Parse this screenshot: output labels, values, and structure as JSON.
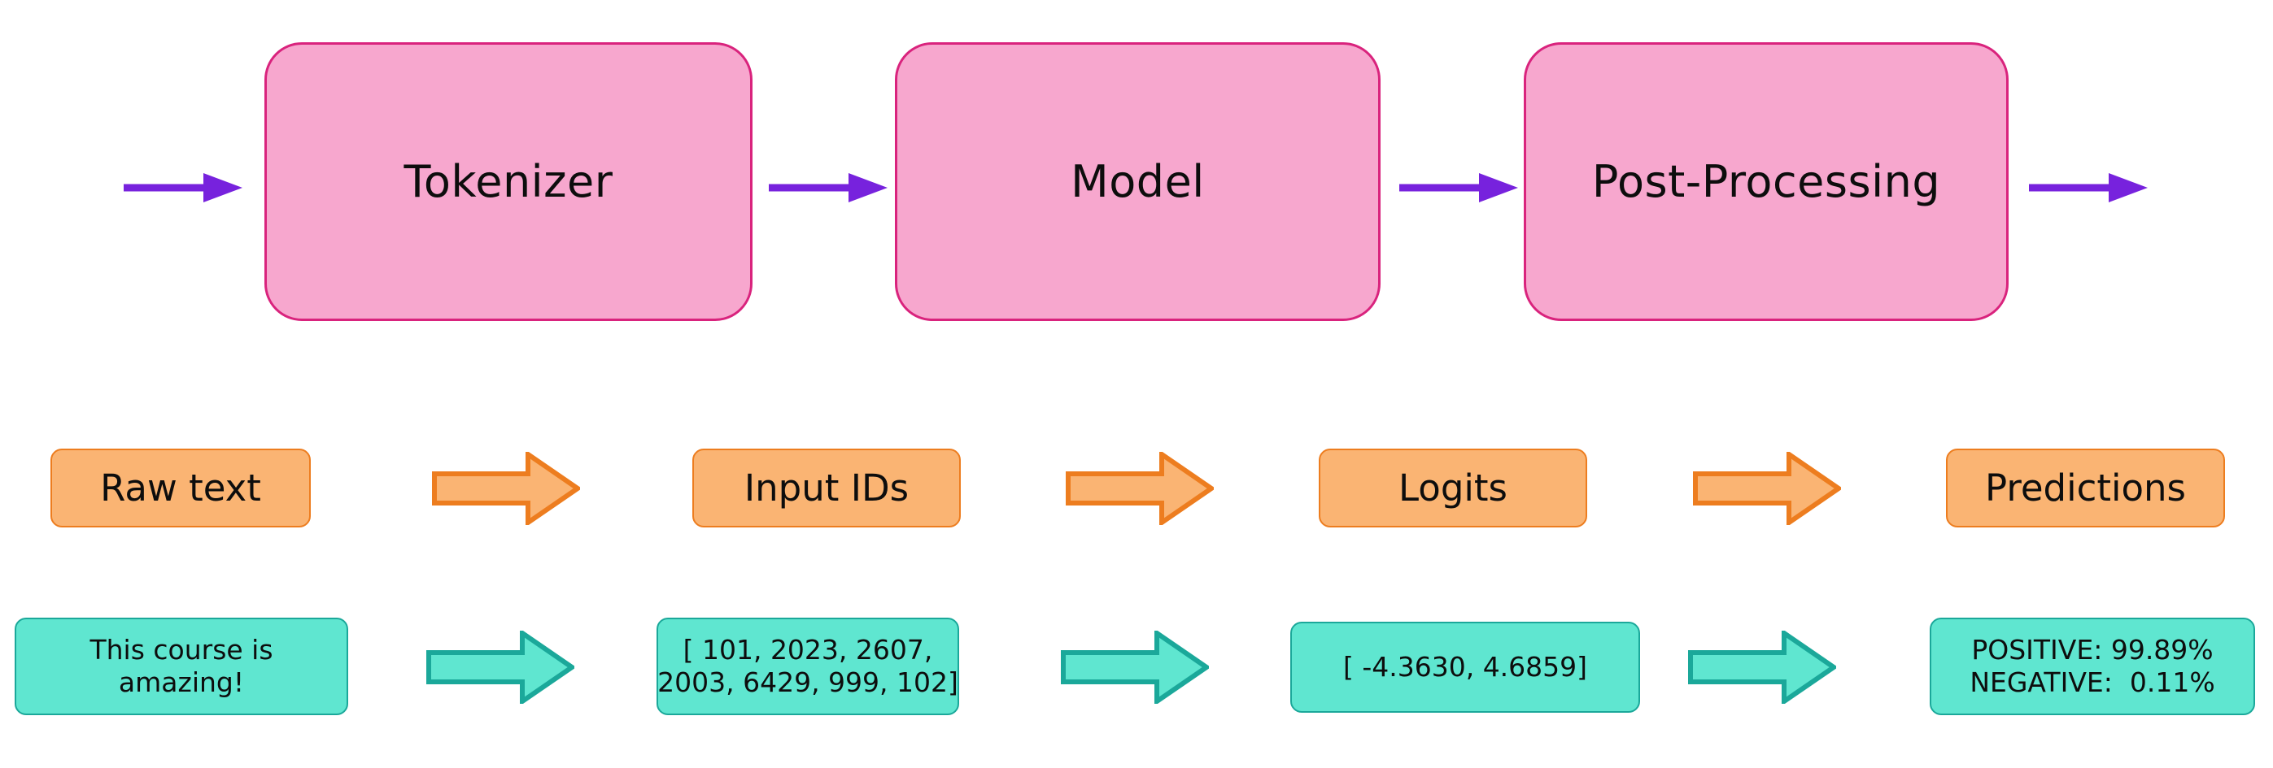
{
  "diagram": {
    "title": "Transformers pipeline: Tokenizer to Model to Post-Processing",
    "colors": {
      "pink_fill": "#F7A7CE",
      "pink_stroke": "#D9237D",
      "orange_fill": "#FAB473",
      "orange_stroke": "#ED7D1F",
      "teal_fill": "#5FE6D0",
      "teal_stroke": "#1BA89A",
      "purple_arrow": "#7722DD",
      "text": "#0d0d0d",
      "background": "#FFFFFF"
    },
    "pipeline": {
      "steps": [
        {
          "label": "Tokenizer"
        },
        {
          "label": "Model"
        },
        {
          "label": "Post-Processing"
        }
      ],
      "connector_icon": "arrow-right-icon",
      "connector_count": 4
    },
    "stages": [
      {
        "name": "raw-text",
        "label": "Raw text",
        "value_lines": [
          "This course is",
          "amazing!"
        ]
      },
      {
        "name": "input-ids",
        "label": "Input IDs",
        "value_lines": [
          "[ 101, 2023, 2607,",
          "2003, 6429, 999, 102]"
        ]
      },
      {
        "name": "logits",
        "label": "Logits",
        "value_lines": [
          "[ -4.3630, 4.6859]"
        ]
      },
      {
        "name": "predictions",
        "label": "Predictions",
        "value_lines": [
          "POSITIVE: 99.89%",
          "NEGATIVE:  0.11%"
        ]
      }
    ],
    "block_arrows": {
      "orange_icon": "block-arrow-right-icon",
      "teal_icon": "block-arrow-right-icon",
      "count_per_row": 3
    }
  }
}
